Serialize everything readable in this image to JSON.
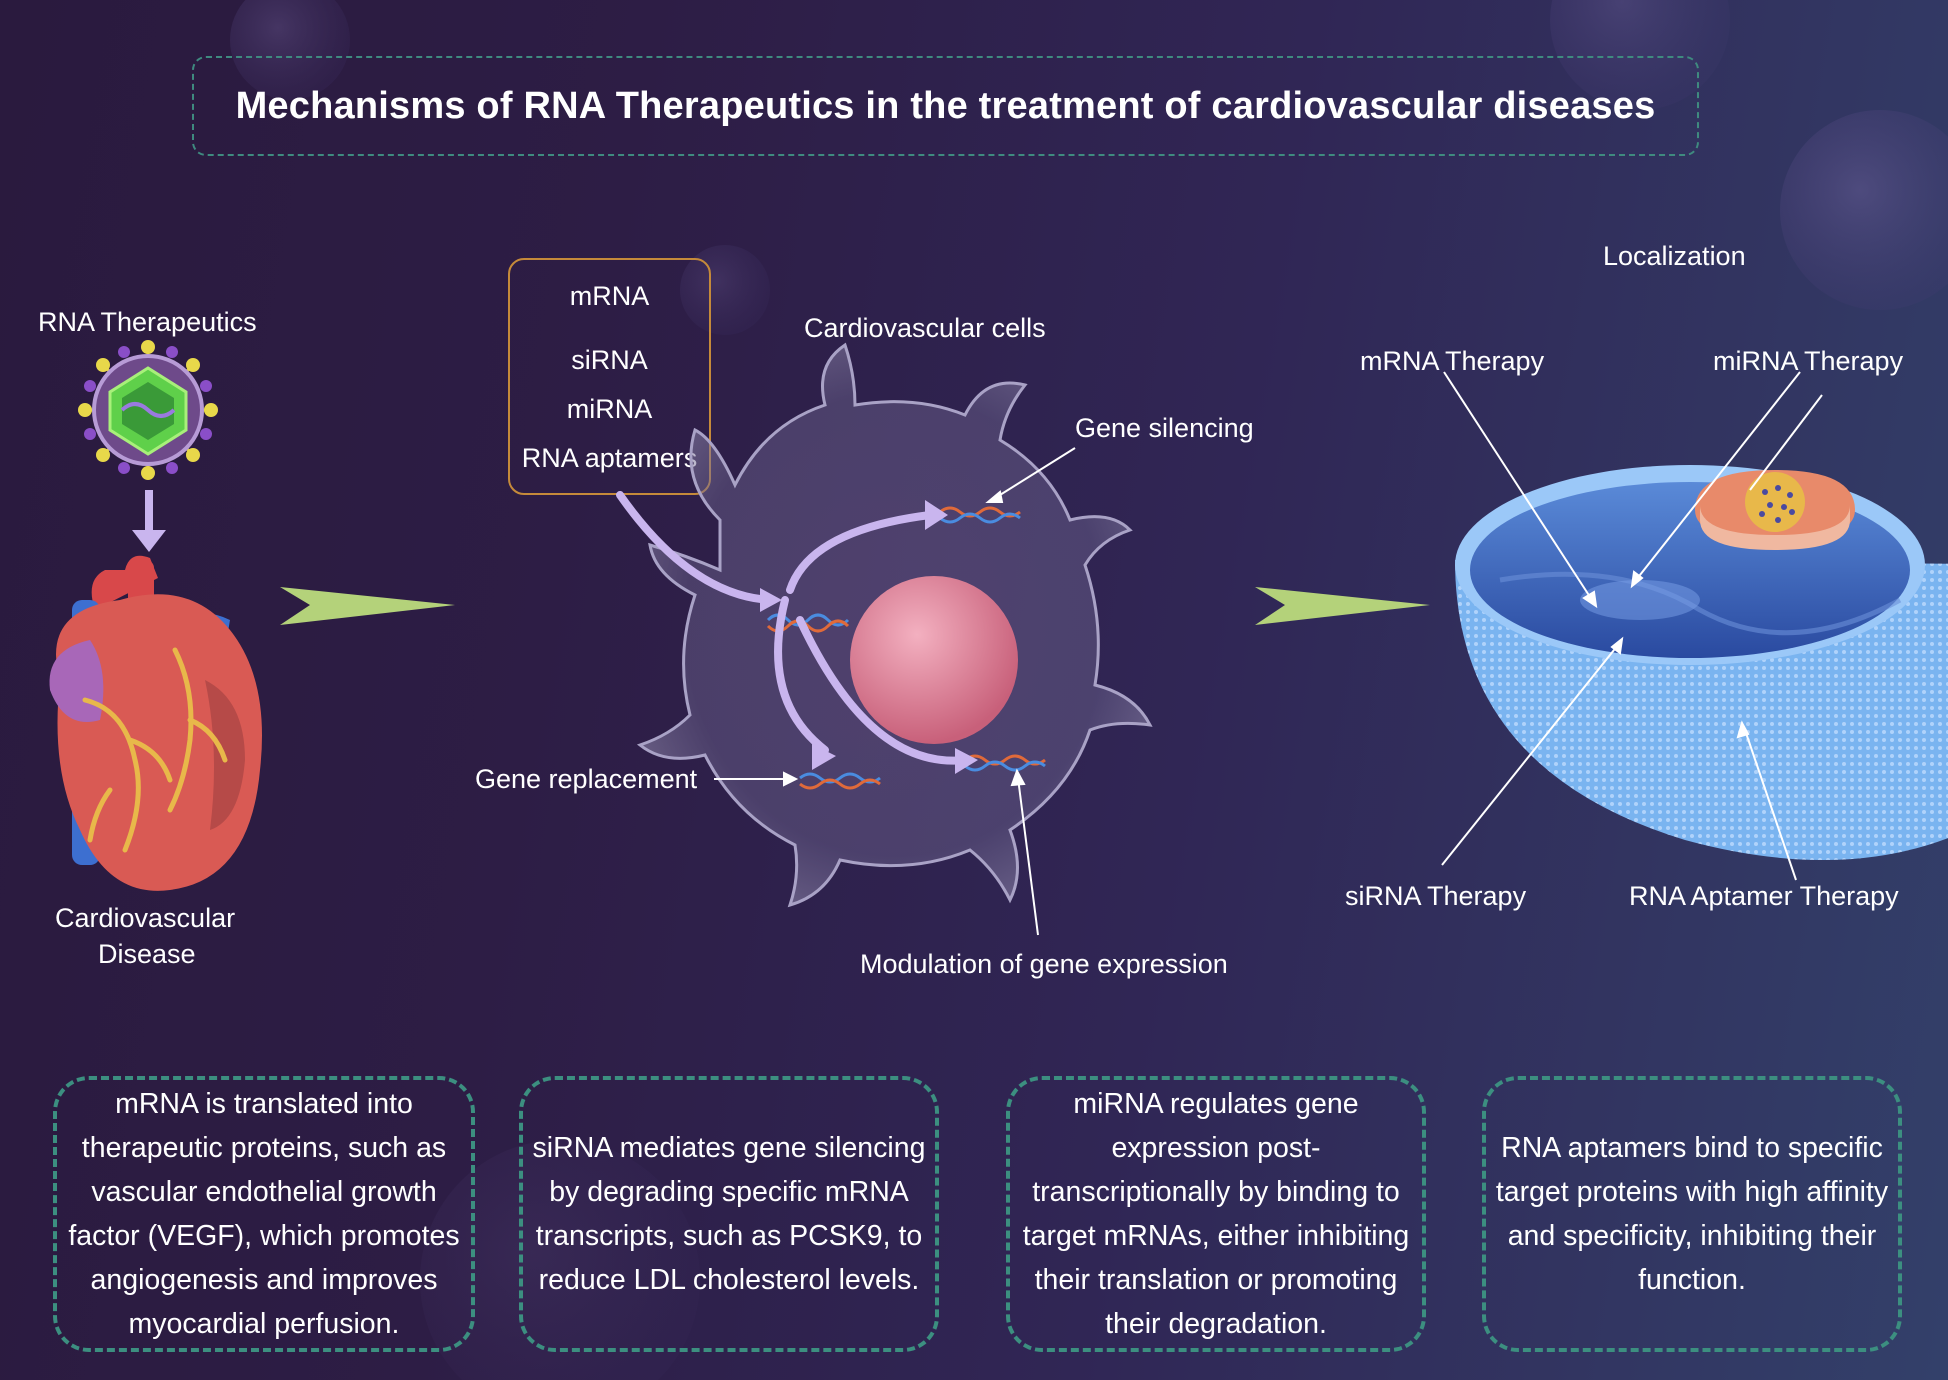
{
  "title": "Mechanisms of RNA Therapeutics in the treatment of cardiovascular diseases",
  "left": {
    "rna_therapeutics": "RNA Therapeutics",
    "disease_line1": "Cardiovascular",
    "disease_line2": "Disease"
  },
  "rna_types": [
    "mRNA",
    "siRNA",
    "miRNA",
    "RNA aptamers"
  ],
  "cell": {
    "label": "Cardiovascular cells",
    "gene_silencing": "Gene silencing",
    "gene_replacement": "Gene replacement",
    "modulation": "Modulation of gene expression"
  },
  "localization": {
    "label": "Localization",
    "mrna_therapy": "mRNA Therapy",
    "mirna_therapy": "miRNA Therapy",
    "sirna_therapy": "siRNA Therapy",
    "aptamer_therapy": "RNA Aptamer Therapy"
  },
  "descriptions": [
    "mRNA is translated into therapeutic proteins, such as vascular endothelial growth factor (VEGF), which promotes angiogenesis and improves myocardial perfusion.",
    "siRNA mediates gene silencing by degrading specific mRNA transcripts, such as PCSK9, to reduce LDL cholesterol levels.",
    "miRNA regulates gene expression post-transcriptionally by binding to target mRNAs, either inhibiting their translation or promoting their degradation.",
    "RNA aptamers bind to specific target proteins with high affinity and specificity, inhibiting their function."
  ],
  "colors": {
    "bg_left": "#2a1a3e",
    "bg_right": "#33406a",
    "dashed_border": "#3c8f80",
    "type_box_border": "#c58a3a",
    "flow_arrow": "#b4d27a",
    "cell_arrow": "#c9b5ee"
  },
  "icons": [
    "virus-particle-icon",
    "heart-icon",
    "cell-icon",
    "nucleus-icon",
    "cell-cross-section-icon",
    "flow-arrow-icon"
  ]
}
